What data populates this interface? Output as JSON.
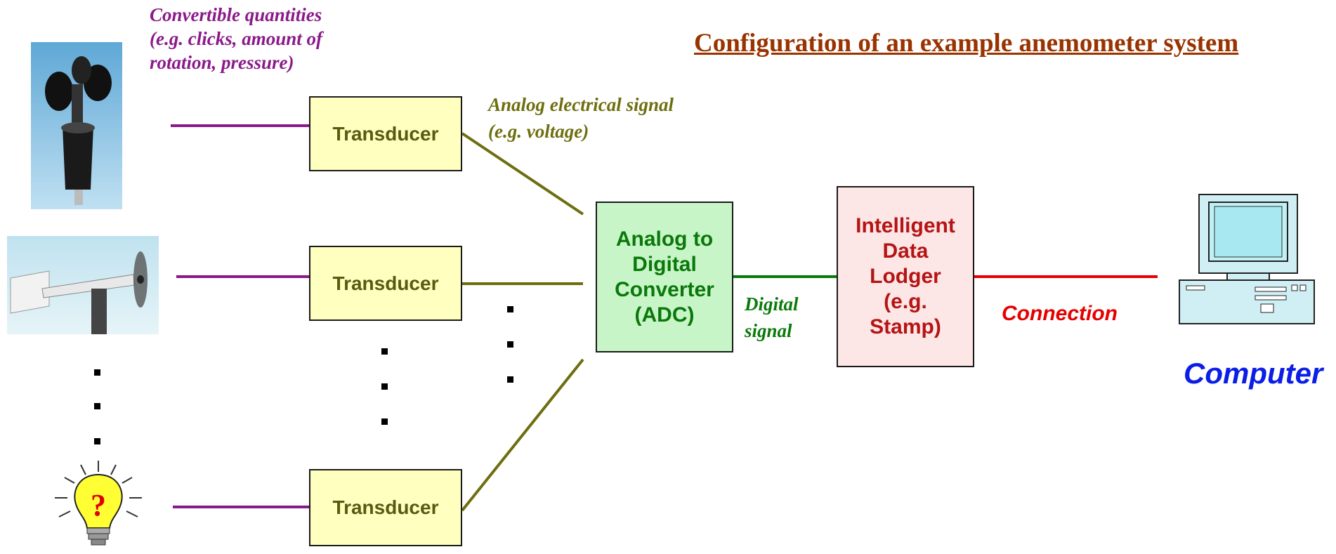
{
  "title": "Configuration of an example anemometer system",
  "labels": {
    "convertible_line1": "Convertible quantities",
    "convertible_line2": "(e.g. clicks, amount of",
    "convertible_line3": "rotation, pressure)",
    "analog_line1": "Analog electrical signal",
    "analog_line2": "(e.g. voltage)",
    "digital_line1": "Digital",
    "digital_line2": "signal",
    "connection": "Connection",
    "computer": "Computer"
  },
  "transducers": [
    "Transducer",
    "Transducer",
    "Transducer"
  ],
  "adc": {
    "line1": "Analog to",
    "line2": "Digital",
    "line3": "Converter",
    "line4": "(ADC)"
  },
  "logger": {
    "line1": "Intelligent",
    "line2": "Data",
    "line3": "Lodger",
    "line4": "(e.g.",
    "line5": "Stamp)"
  },
  "lightbulb_symbol": "?",
  "colors": {
    "sensor_lines": "#8a1a8a",
    "analog_lines": "#6e6e10",
    "digital_line": "#0a7a0a",
    "connection_line": "#e60000",
    "title": "#993300"
  },
  "icons": [
    "cup-anemometer-icon",
    "vane-anemometer-icon",
    "lightbulb-question-icon",
    "computer-icon"
  ]
}
